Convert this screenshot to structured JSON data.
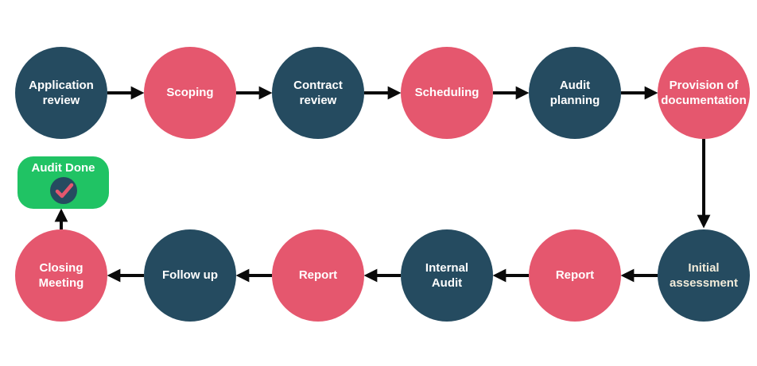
{
  "flow": {
    "arrow_color": "#0a0a0a",
    "nodes": [
      {
        "id": "application-review",
        "label": "Application\nreview",
        "color": "#254b60",
        "text_color": "#ffffff"
      },
      {
        "id": "scoping",
        "label": "Scoping",
        "color": "#e5576e",
        "text_color": "#ffffff"
      },
      {
        "id": "contract-review",
        "label": "Contract\nreview",
        "color": "#254b60",
        "text_color": "#ffffff"
      },
      {
        "id": "scheduling",
        "label": "Scheduling",
        "color": "#e5576e",
        "text_color": "#ffffff"
      },
      {
        "id": "audit-planning",
        "label": "Audit\nplanning",
        "color": "#254b60",
        "text_color": "#ffffff"
      },
      {
        "id": "provision-of-documentation",
        "label": "Provision of\ndocumentation",
        "color": "#e5576e",
        "text_color": "#ffffff"
      },
      {
        "id": "initial-assessment",
        "label": "Initial\nassessment",
        "color": "#254b60",
        "text_color": "#f2ecda"
      },
      {
        "id": "report-after-assessment",
        "label": "Report",
        "color": "#e5576e",
        "text_color": "#ffffff"
      },
      {
        "id": "internal-audit",
        "label": "Internal\nAudit",
        "color": "#254b60",
        "text_color": "#ffffff"
      },
      {
        "id": "report-after-internal-audit",
        "label": "Report",
        "color": "#e5576e",
        "text_color": "#ffffff"
      },
      {
        "id": "follow-up",
        "label": "Follow up",
        "color": "#254b60",
        "text_color": "#ffffff"
      },
      {
        "id": "closing-meeting",
        "label": "Closing\nMeeting",
        "color": "#e5576e",
        "text_color": "#ffffff"
      }
    ],
    "end_node": {
      "label": "Audit Done",
      "color": "#20c364",
      "text_color": "#ffffff",
      "icon": "check-icon",
      "icon_circle_color": "#254b60",
      "icon_check_color": "#e5576e"
    }
  }
}
